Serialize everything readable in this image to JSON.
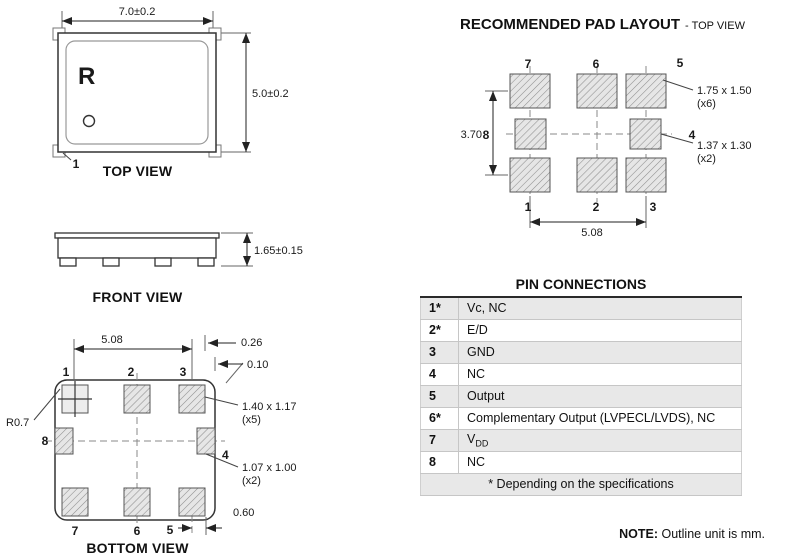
{
  "top_view": {
    "title": "TOP VIEW",
    "dim_width": "7.0±0.2",
    "dim_height": "5.0±0.2",
    "logo": "R",
    "pin1_label": "1"
  },
  "front_view": {
    "title": "FRONT VIEW",
    "dim_height": "1.65±0.15"
  },
  "bottom_view": {
    "title": "BOTTOM VIEW",
    "dim_pad_pitch": "5.08",
    "dim_edge": "0.26",
    "dim_seam": "0.10",
    "dim_pad_large": "1.40 x 1.17",
    "dim_pad_large_qty": "(x5)",
    "dim_corner_radius": "R0.7",
    "dim_pad_small": "1.07 x 1.00",
    "dim_pad_small_qty": "(x2)",
    "dim_offset": "0.60",
    "pins_top": [
      "1",
      "2",
      "3"
    ],
    "pins_mid": [
      "8",
      "4"
    ],
    "pins_bottom": [
      "7",
      "6",
      "5"
    ]
  },
  "pad_layout": {
    "title": "RECOMMENDED PAD LAYOUT",
    "subtitle": "- TOP VIEW",
    "dim_vertical": "3.70",
    "dim_horizontal": "5.08",
    "dim_pad_large": "1.75 x 1.50",
    "dim_pad_large_qty": "(x6)",
    "dim_pad_small": "1.37 x 1.30",
    "dim_pad_small_qty": "(x2)",
    "pins_top": [
      "7",
      "6",
      "5"
    ],
    "pins_mid": [
      "8",
      "4"
    ],
    "pins_bottom": [
      "1",
      "2",
      "3"
    ]
  },
  "pin_connections": {
    "title": "PIN CONNECTIONS",
    "rows": [
      {
        "pin": "1*",
        "desc": "Vc, NC"
      },
      {
        "pin": "2*",
        "desc": "E/D"
      },
      {
        "pin": "3",
        "desc": "GND"
      },
      {
        "pin": "4",
        "desc": "NC"
      },
      {
        "pin": "5",
        "desc": "Output"
      },
      {
        "pin": "6*",
        "desc": "Complementary Output (LVPECL/LVDS), NC"
      },
      {
        "pin": "7",
        "desc": "V",
        "desc_sub": "DD"
      },
      {
        "pin": "8",
        "desc": "NC"
      }
    ],
    "footnote": "* Depending on the specifications"
  },
  "note": {
    "label": "NOTE:",
    "text": " Outline unit is mm."
  }
}
